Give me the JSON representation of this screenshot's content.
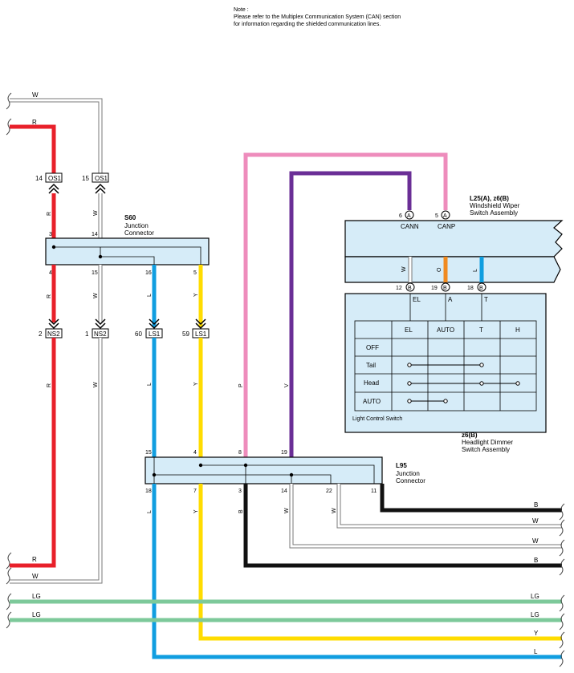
{
  "note": {
    "title": "Note :",
    "line1": "Please refer to the Multiplex Communication System (CAN) section",
    "line2": "for information regarding the shielded communication lines."
  },
  "colors": {
    "R": "#e8202a",
    "W": "#ffffff",
    "L": "#109ee0",
    "Y": "#ffdc00",
    "P": "#ee8cbc",
    "V": "#6a2e96",
    "B": "#111111",
    "LG": "#7dc99a",
    "O": "#f08a20",
    "box": "#d6ecf8"
  },
  "wire_labels": {
    "W": "W",
    "R": "R",
    "L": "L",
    "Y": "Y",
    "P": "P",
    "V": "V",
    "B": "B",
    "LG": "LG",
    "O": "O"
  },
  "connectors": {
    "os1_a": {
      "pin": "14",
      "label": "OS1"
    },
    "os1_b": {
      "pin": "15",
      "label": "OS1"
    },
    "ns2_a": {
      "pin": "2",
      "label": "NS2"
    },
    "ns2_b": {
      "pin": "1",
      "label": "NS2"
    },
    "ls1_a": {
      "pin": "60",
      "label": "LS1"
    },
    "ls1_b": {
      "pin": "59",
      "label": "LS1"
    }
  },
  "s60": {
    "code": "S60",
    "name_line1": "Junction",
    "name_line2": "Connector",
    "top_pins": [
      "3",
      "14"
    ],
    "bottom_pins": [
      "4",
      "15",
      "16",
      "5"
    ]
  },
  "l95": {
    "code": "L95",
    "name_line1": "Junction",
    "name_line2": "Connector",
    "top_pins": [
      "15",
      "4",
      "8",
      "19"
    ],
    "bottom_pins": [
      "18",
      "7",
      "3",
      "14",
      "22",
      "11"
    ]
  },
  "wiper_switch": {
    "code": "L25(A), z6(B)",
    "name_line1": "Windshield Wiper",
    "name_line2": "Switch Assembly",
    "pins_a": [
      {
        "num": "6",
        "conn": "A",
        "name": "CANN"
      },
      {
        "num": "5",
        "conn": "A",
        "name": "CANP"
      }
    ],
    "pins_b": [
      {
        "num": "12",
        "conn": "B",
        "name": "EL"
      },
      {
        "num": "19",
        "conn": "B",
        "name": "AUTO"
      },
      {
        "num": "18",
        "conn": "B",
        "name": "T"
      }
    ],
    "term_labels": [
      "EL",
      "A",
      "T"
    ]
  },
  "light_table": {
    "headers": [
      "EL",
      "AUTO",
      "T",
      "H"
    ],
    "rows": [
      "OFF",
      "Tail",
      "Head",
      "AUTO"
    ],
    "caption": "Light Control Switch"
  },
  "dimmer": {
    "code": "z6(B)",
    "name_line1": "Headlight Dimmer",
    "name_line2": "Switch Assembly"
  }
}
